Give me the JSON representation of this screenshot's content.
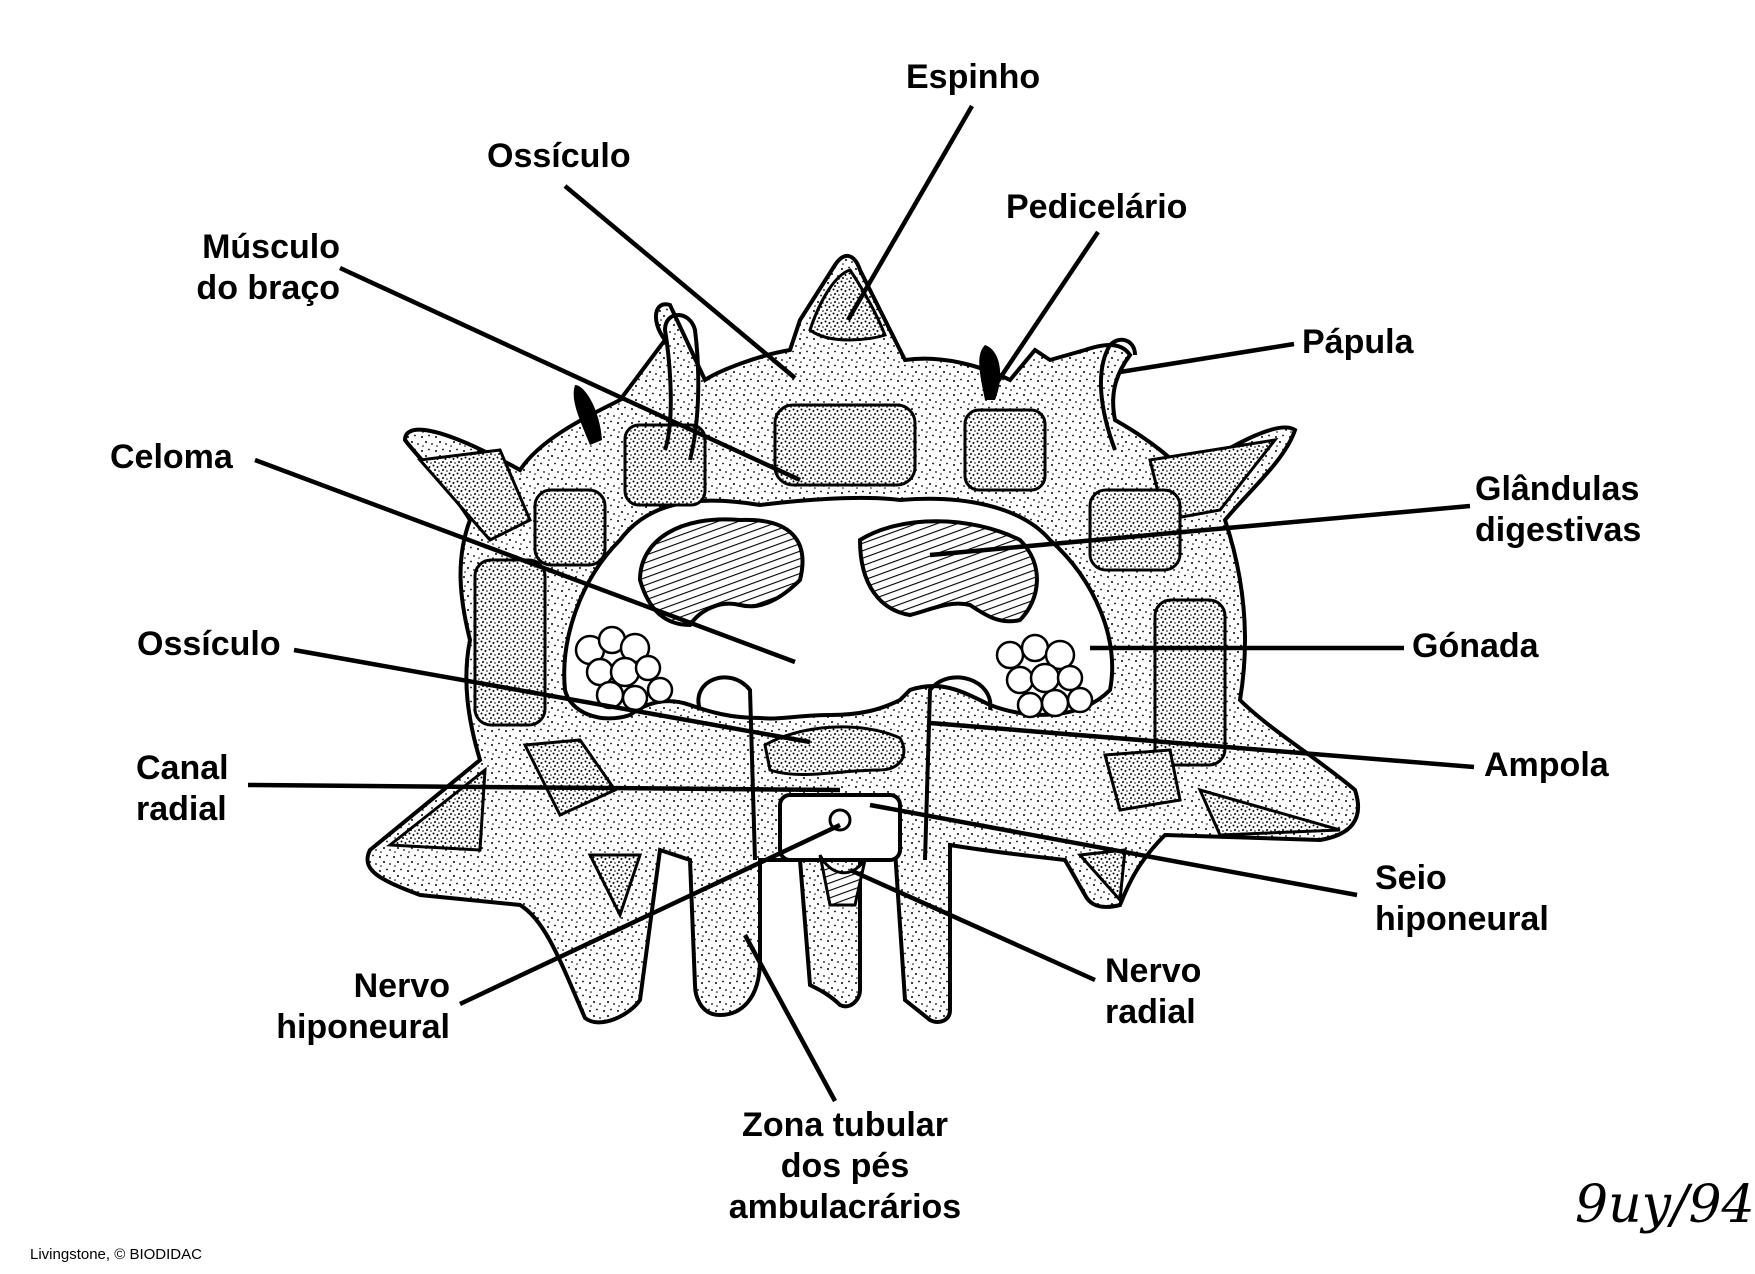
{
  "labels": {
    "espinho": "Espinho",
    "ossiculo_top": "Ossículo",
    "pedicelario": "Pedicelário",
    "musculo_l1": "Músculo",
    "musculo_l2": "do braço",
    "papula": "Pápula",
    "celoma": "Celoma",
    "glandulas_l1": "Glândulas",
    "glandulas_l2": "digestivas",
    "ossiculo_mid": "Ossículo",
    "gonada": "Gónada",
    "canal_l1": "Canal",
    "canal_l2": "radial",
    "ampola": "Ampola",
    "seio_l1": "Seio",
    "seio_l2": "hiponeural",
    "nervo_hip_l1": "Nervo",
    "nervo_hip_l2": "hiponeural",
    "nervo_rad_l1": "Nervo",
    "nervo_rad_l2": "radial",
    "zona_l1": "Zona tubular",
    "zona_l2": "dos pés",
    "zona_l3": "ambulacrários"
  },
  "credit": "Livingstone, © BIODIDAC",
  "signature": "9uy/94"
}
